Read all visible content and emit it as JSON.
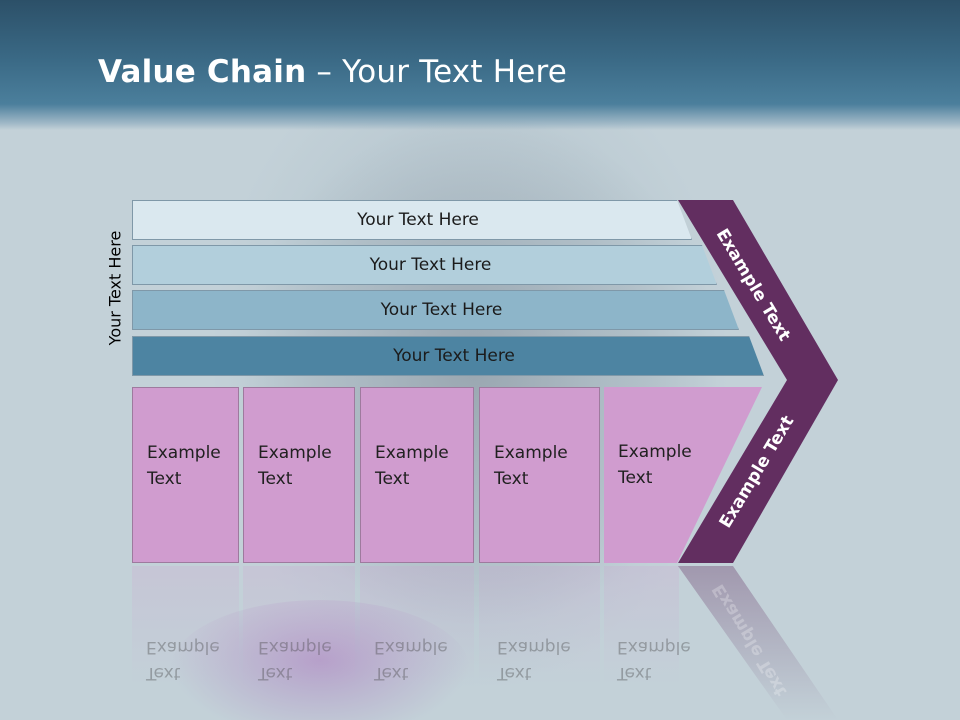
{
  "title": {
    "bold": "Value Chain",
    "rest": " – Your Text Here"
  },
  "side_label": "Your Text Here",
  "bars": [
    "Your Text Here",
    "Your Text Here",
    "Your Text Here",
    "Your Text Here"
  ],
  "boxes": [
    {
      "line1": "Example",
      "line2": "Text"
    },
    {
      "line1": "Example",
      "line2": "Text"
    },
    {
      "line1": "Example",
      "line2": "Text"
    },
    {
      "line1": "Example",
      "line2": "Text"
    },
    {
      "line1": "Example",
      "line2": "Text"
    }
  ],
  "arrow_labels": {
    "upper": "Example Text",
    "lower": "Example Text"
  },
  "colors": {
    "header": "#3a6985",
    "arrow": "#622e60",
    "box": "#d09ccf",
    "bar_dark": "#4d84a2"
  }
}
